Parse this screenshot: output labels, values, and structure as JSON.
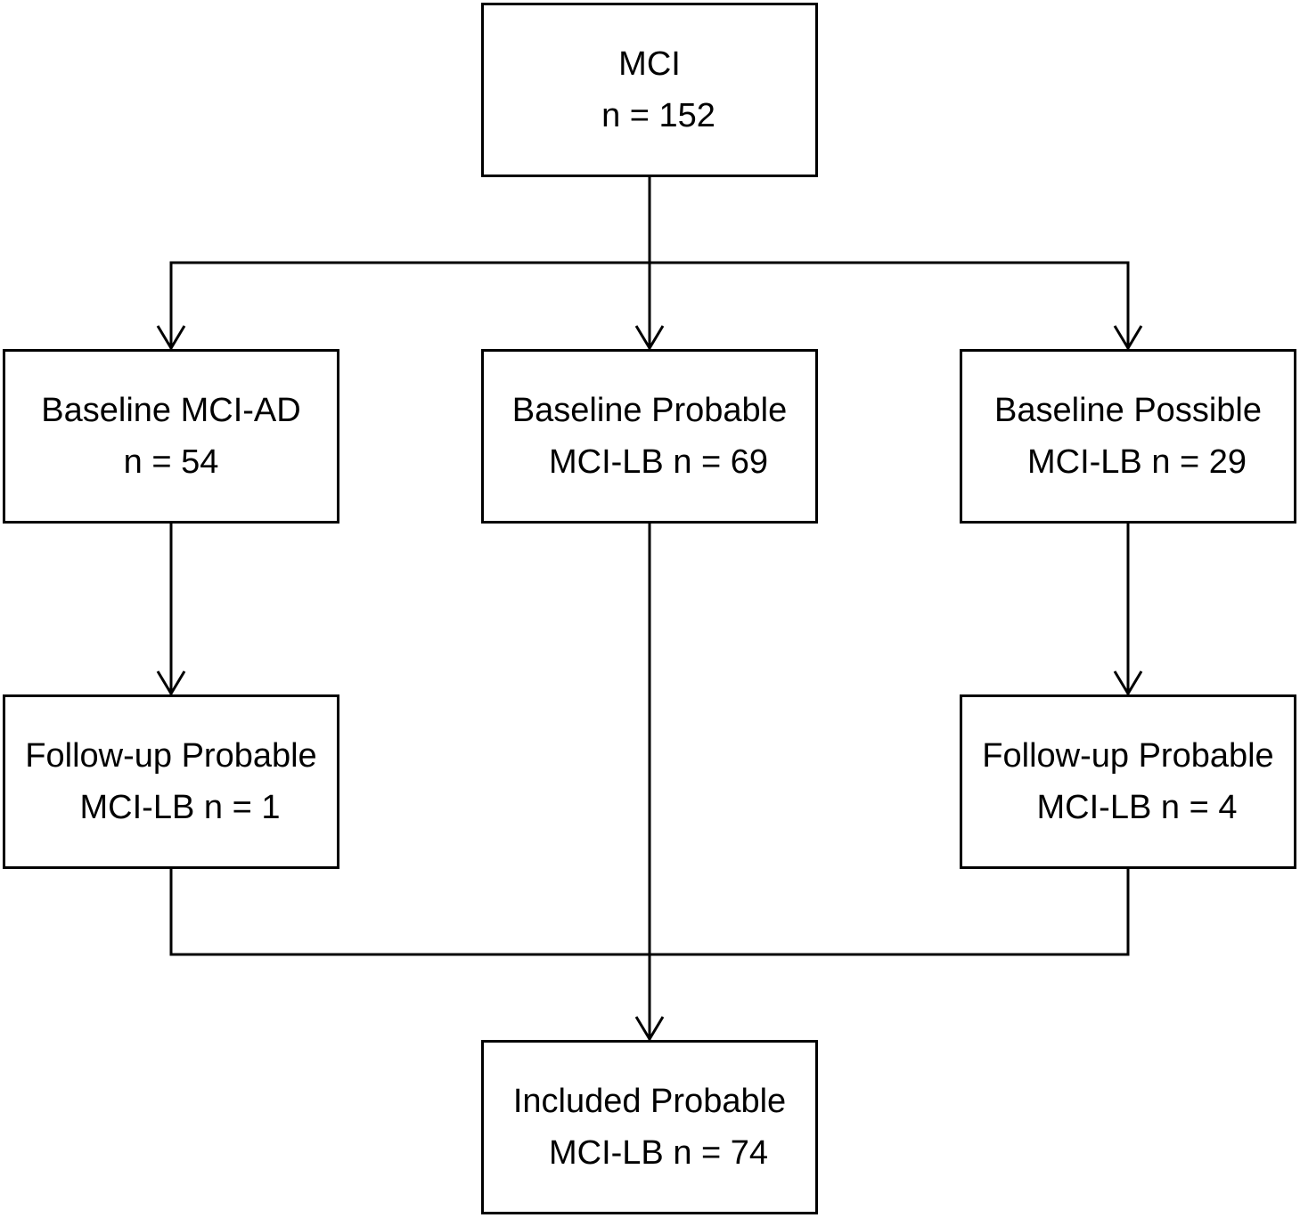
{
  "diagram": {
    "nodes": {
      "mci": {
        "line1": "MCI",
        "line2": "n = 152"
      },
      "baseline_ad": {
        "line1": "Baseline MCI-AD",
        "line2": "n = 54"
      },
      "baseline_probable": {
        "line1": "Baseline Probable",
        "line2": "MCI-LB n = 69"
      },
      "baseline_possible": {
        "line1": "Baseline Possible",
        "line2": "MCI-LB n = 29"
      },
      "followup_left": {
        "line1": "Follow-up Probable",
        "line2": "MCI-LB n = 1"
      },
      "followup_right": {
        "line1": "Follow-up Probable",
        "line2": "MCI-LB n = 4"
      },
      "included": {
        "line1": "Included Probable",
        "line2": "MCI-LB n = 74"
      }
    },
    "edges": [
      {
        "from": "mci",
        "to": "baseline_ad"
      },
      {
        "from": "mci",
        "to": "baseline_probable"
      },
      {
        "from": "mci",
        "to": "baseline_possible"
      },
      {
        "from": "baseline_ad",
        "to": "followup_left"
      },
      {
        "from": "baseline_possible",
        "to": "followup_right"
      },
      {
        "from": "baseline_probable",
        "to": "included"
      },
      {
        "from": "followup_left",
        "to": "included"
      },
      {
        "from": "followup_right",
        "to": "included"
      }
    ]
  }
}
